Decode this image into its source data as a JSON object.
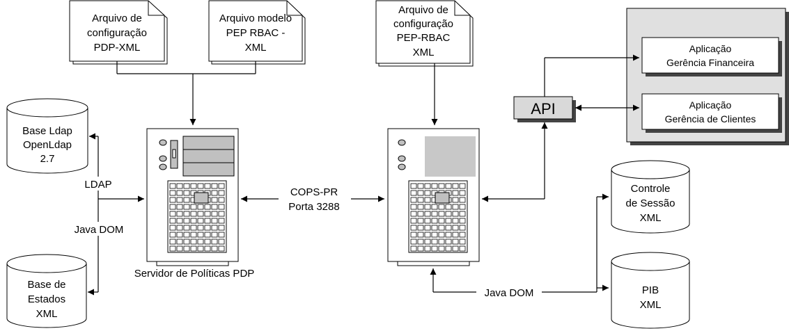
{
  "documents": [
    {
      "id": "doc-pdp-config",
      "lines": [
        "Arquivo de",
        "configuração",
        "PDP-XML"
      ]
    },
    {
      "id": "doc-pep-model",
      "lines": [
        "Arquivo modelo",
        "PEP RBAC -",
        "XML"
      ]
    },
    {
      "id": "doc-pep-config",
      "lines": [
        "Arquivo de",
        "configuração",
        "PEP-RBAC",
        "XML"
      ]
    }
  ],
  "databases": [
    {
      "id": "db-ldap",
      "lines": [
        "Base Ldap",
        "OpenLdap",
        "2.7"
      ]
    },
    {
      "id": "db-estados",
      "lines": [
        "Base de",
        "Estados",
        "XML"
      ]
    },
    {
      "id": "db-controle",
      "lines": [
        "Controle",
        "de Sessão",
        "XML"
      ]
    },
    {
      "id": "db-pib",
      "lines": [
        "PIB",
        "XML"
      ]
    }
  ],
  "applications": [
    {
      "id": "app-financeira",
      "lines": [
        "Aplicação",
        "Gerência Financeira"
      ]
    },
    {
      "id": "app-clientes",
      "lines": [
        "Aplicação",
        "Gerência de Clientes"
      ]
    }
  ],
  "api": {
    "label": "API"
  },
  "labels": {
    "ldap": "LDAP",
    "java_dom_left": "Java DOM",
    "cops_line1": "COPS-PR",
    "cops_line2": "Porta 3288",
    "java_dom_bottom": "Java DOM",
    "server_pdp": "Servidor de Políticas PDP"
  },
  "colors": {
    "line": "#000000",
    "app_panel_bg": "#e0e0e0",
    "shadow": "#444444",
    "api_bg": "#d9d9d9",
    "server_bg": "#ffffff",
    "drive_bg": "#c0c0c0",
    "screen_bg": "#c8c8c8"
  }
}
